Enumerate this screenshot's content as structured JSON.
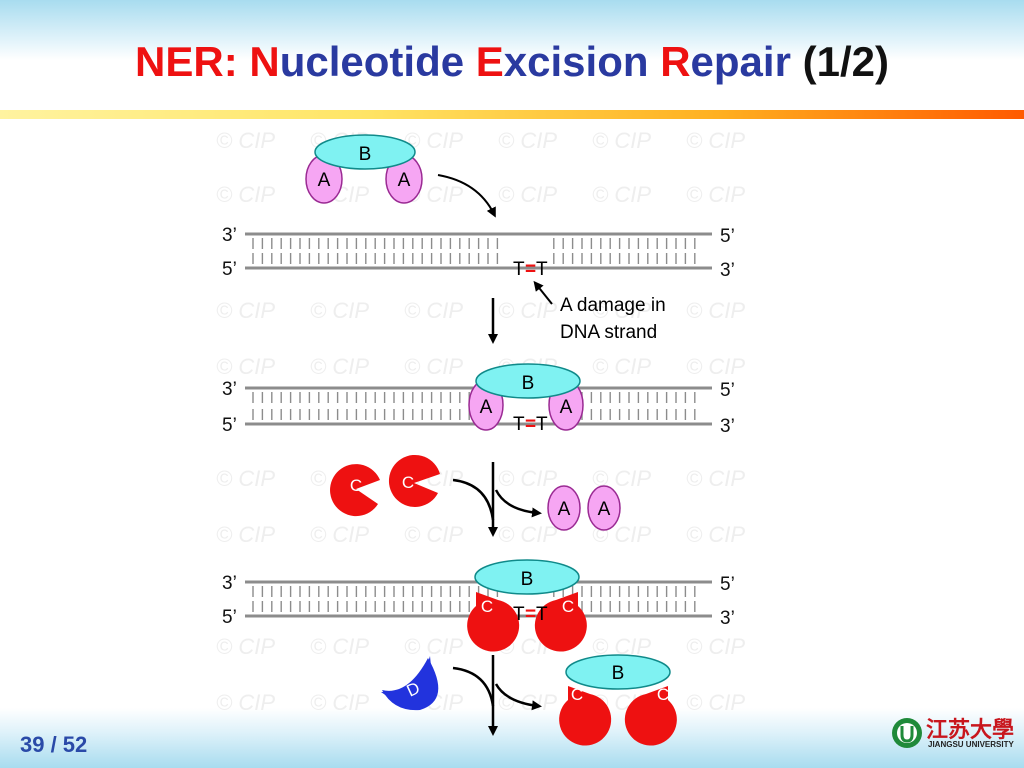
{
  "title": {
    "seg1": "NER",
    "seg2": ": ",
    "seg3": "N",
    "seg4": "ucleotide ",
    "seg5": "E",
    "seg6": "xcision ",
    "seg7": "R",
    "seg8": "epair ",
    "seg9": "(1/2)"
  },
  "page_number": "39 / 52",
  "watermark": "© CIP",
  "diagram": {
    "strand_labels": {
      "three_prime": "3’",
      "five_prime": "5’"
    },
    "damage": {
      "base_left": "T",
      "bond": "=",
      "base_right": "T"
    },
    "damage_note": {
      "line1": "A damage in",
      "line2": "DNA strand"
    },
    "proteins": {
      "a": "A",
      "b": "B",
      "c": "C",
      "d": "D"
    }
  },
  "colors": {
    "protein_a_fill": "#f6a6f3",
    "protein_a_stroke": "#9a2a93",
    "protein_b_fill": "#7ff2f2",
    "protein_b_stroke": "#108a8a",
    "protein_c_fill": "#ee1111",
    "protein_d_fill": "#2233dd",
    "strand": "#8c8c8c",
    "damage_bond": "#ee1111",
    "watermark": "#eeeeee"
  },
  "logo": {
    "cn": "江苏大學",
    "en": "JIANGSU UNIVERSITY"
  }
}
